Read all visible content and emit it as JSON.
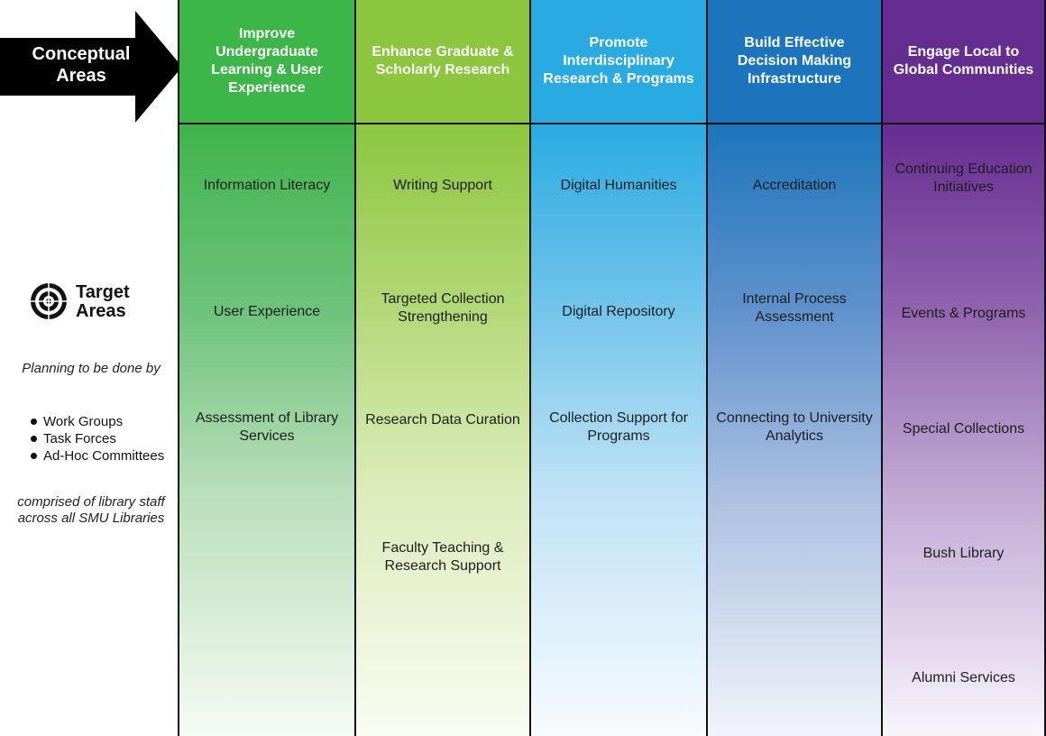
{
  "legend": {
    "conceptual_label": "Conceptual Areas",
    "target_label_line1": "Target",
    "target_label_line2": "Areas",
    "planning_text": "Planning to be done by",
    "groups": [
      "Work Groups",
      "Task Forces",
      "Ad-Hoc Committees"
    ],
    "comprised_text": "comprised of library staff across all SMU Libraries"
  },
  "columns": [
    {
      "header": "Improve Undergraduate Learning & User Experience",
      "color": "#3cb549",
      "items": [
        "Information Literacy",
        "User Experience",
        "Assessment of Library Services"
      ]
    },
    {
      "header": "Enhance Graduate & Scholarly Research",
      "color": "#8cc63f",
      "items": [
        "Writing Support",
        "Targeted Collection Strengthening",
        "Research Data Curation",
        "Faculty Teaching & Research Support"
      ]
    },
    {
      "header": "Promote Interdisciplinary Research & Programs",
      "color": "#29abe2",
      "items": [
        "Digital Humanities",
        "Digital Repository",
        "Collection Support for Programs"
      ]
    },
    {
      "header": "Build Effective Decision Making Infrastructure",
      "color": "#1c75bc",
      "items": [
        "Accreditation",
        "Internal Process Assessment",
        "Connecting to University Analytics"
      ]
    },
    {
      "header": "Engage Local to Global Communities",
      "color": "#662d91",
      "items": [
        "Continuing Education Initiatives",
        "Events & Programs",
        "Special Collections",
        "Bush Library",
        "Alumni Services"
      ]
    }
  ]
}
